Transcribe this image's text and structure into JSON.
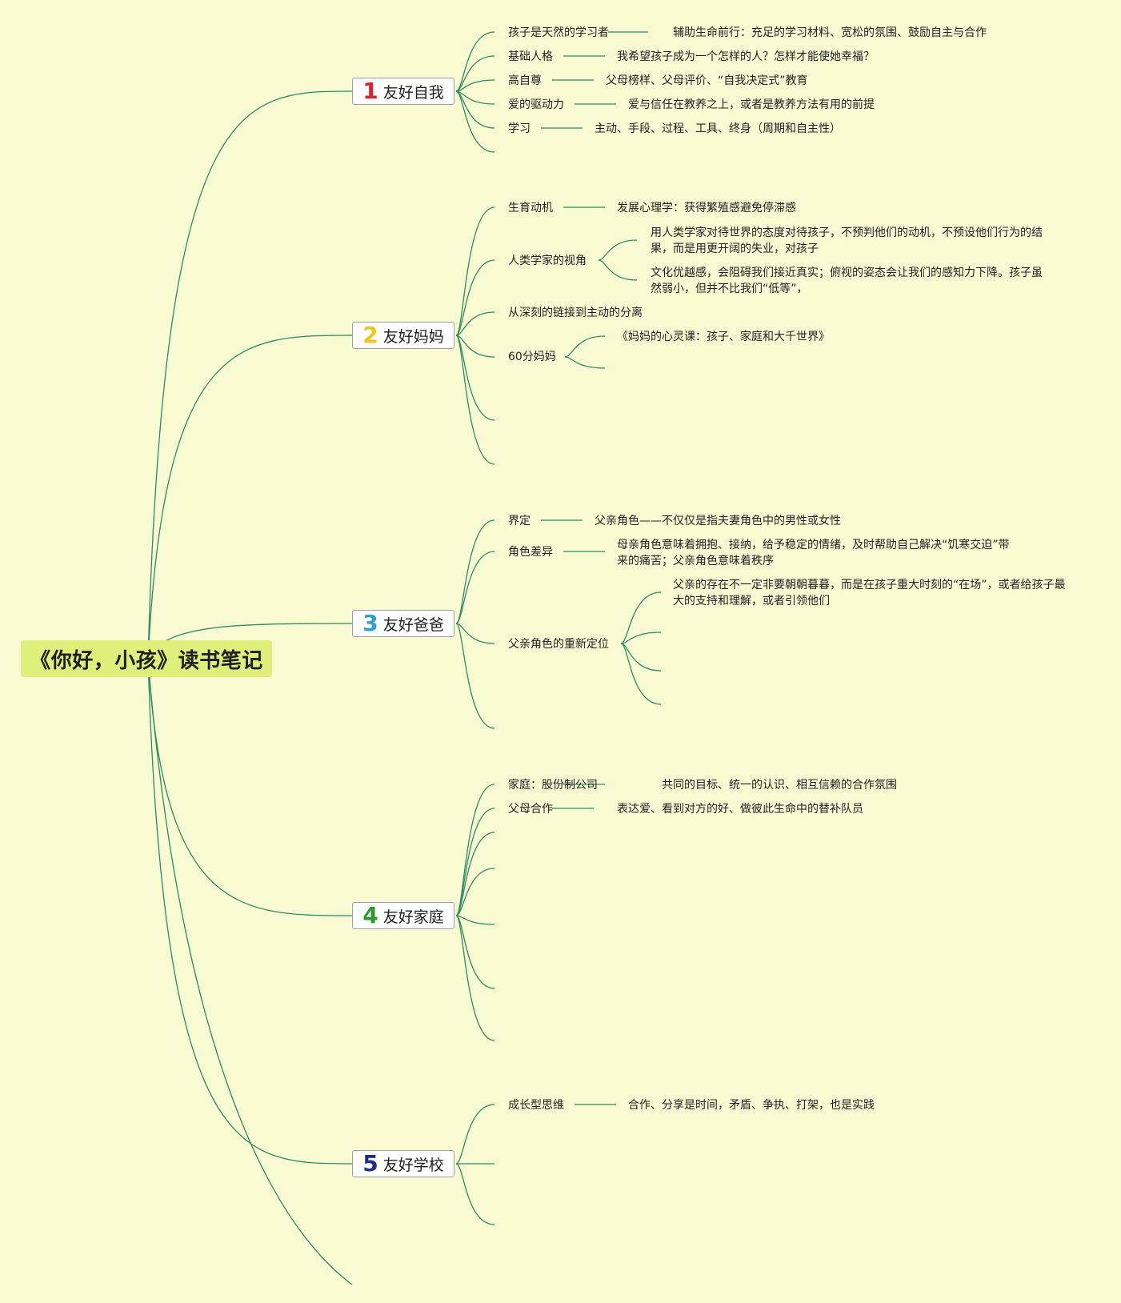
{
  "root_title": "《你好，小孩》读书笔记",
  "topics": [
    {
      "number": "1",
      "number_color": "#e0202e",
      "label": "友好自我",
      "items": [
        {
          "label": "孩子是天然的学习者",
          "detail": "辅助生命前行：充足的学习材料、宽松的氛围、鼓励自主与合作"
        },
        {
          "label": "基础人格",
          "detail": "我希望孩子成为一个怎样的人？怎样才能使她幸福？"
        },
        {
          "label": "高自尊",
          "detail": "父母榜样、父母评价、“自我决定式”教育"
        },
        {
          "label": "爱的驱动力",
          "detail": "爱与信任在教养之上，或者是教养方法有用的前提"
        },
        {
          "label": "学习",
          "detail": "主动、手段、过程、工具、终身（周期和自主性）"
        }
      ]
    },
    {
      "number": "2",
      "number_color": "#f0c419",
      "label": "友好妈妈",
      "items": [
        {
          "label": "生育动机",
          "detail": "发展心理学：获得繁殖感避免停滞感"
        },
        {
          "label": "人类学家的视角",
          "details": [
            "用人类学家对待世界的态度对待孩子，不预判他们的动机，不预设他们行为的结果，而是用更开阔的失业，对孩子",
            "文化优越感，会阻碍我们接近真实；俯视的姿态会让我们的感知力下降。孩子虽然弱小，但并不比我们“低等”，"
          ]
        },
        {
          "label": "从深刻的链接到主动的分离"
        },
        {
          "label": "60分妈妈",
          "details": [
            "《妈妈的心灵课：孩子、家庭和大千世界》"
          ]
        }
      ]
    },
    {
      "number": "3",
      "number_color": "#2a9fd8",
      "label": "友好爸爸",
      "items": [
        {
          "label": "界定",
          "detail": "父亲角色——不仅仅是指夫妻角色中的男性或女性"
        },
        {
          "label": "角色差异",
          "detail": "母亲角色意味着拥抱、接纳，给予稳定的情绪，及时帮助自己解决“饥寒交迫”带来的痛苦；父亲角色意味着秩序"
        },
        {
          "label": "父亲角色的重新定位",
          "details": [
            "父亲的存在不一定非要朝朝暮暮，而是在孩子重大时刻的“在场”，或者给孩子最大的支持和理解，或者引领他们"
          ]
        }
      ]
    },
    {
      "number": "4",
      "number_color": "#2e9a2e",
      "label": "友好家庭",
      "items": [
        {
          "label": "家庭：股份制公司",
          "detail": "共同的目标、统一的认识、相互信赖的合作氛围"
        },
        {
          "label": "父母合作",
          "detail": "表达爱、看到对方的好、做彼此生命中的替补队员"
        }
      ]
    },
    {
      "number": "5",
      "number_color": "#1f2f8a",
      "label": "友好学校",
      "items": [
        {
          "label": "成长型思维",
          "detail": "合作、分享是时间，矛盾、争执、打架，也是实践"
        }
      ]
    }
  ]
}
